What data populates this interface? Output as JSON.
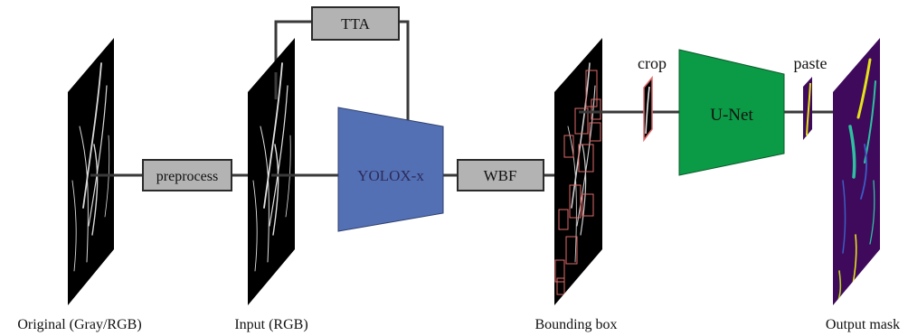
{
  "diagram": {
    "stages": {
      "original_label": "Original (Gray/RGB)",
      "input_label": "Input (RGB)",
      "bbox_label": "Bounding box",
      "output_label": "Output mask"
    },
    "blocks": {
      "preprocess": "preprocess",
      "tta": "TTA",
      "yolox": "YOLOX-x",
      "wbf": "WBF",
      "unet": "U-Net"
    },
    "operations": {
      "crop": "crop",
      "paste": "paste"
    },
    "colors": {
      "gray_box": "#b3b3b3",
      "yolox_fill": "#5470b5",
      "unet_fill": "#0b9a45",
      "mask_bg": "#3f0a5c",
      "bbox_outline": "#e06a6a",
      "connector": "#3a3a3a"
    }
  }
}
